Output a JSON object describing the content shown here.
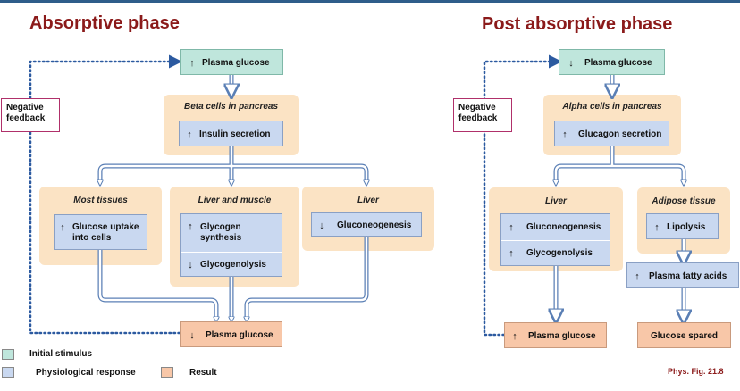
{
  "absorptive": {
    "title": "Absorptive phase",
    "stimulus": {
      "arrow": "↑",
      "label": "Plasma glucose"
    },
    "beta_zone": "Beta cells in pancreas",
    "insulin": {
      "arrow": "↑",
      "label": "Insulin secretion"
    },
    "most_tissues": {
      "zone": "Most tissues",
      "arrow": "↑",
      "label_line1": "Glucose uptake",
      "label_line2": "into cells"
    },
    "liver_muscle": {
      "zone": "Liver and muscle",
      "row1_arrow": "↑",
      "row1_line1": "Glycogen",
      "row1_line2": "synthesis",
      "row2_arrow": "↓",
      "row2_label": "Glycogenolysis"
    },
    "liver": {
      "zone": "Liver",
      "arrow": "↓",
      "label": "Gluconeogenesis"
    },
    "result": {
      "arrow": "↓",
      "label": "Plasma glucose"
    },
    "feedback_line1": "Negative",
    "feedback_line2": "feedback"
  },
  "post_absorptive": {
    "title": "Post absorptive phase",
    "stimulus": {
      "arrow": "↓",
      "label": "Plasma glucose"
    },
    "alpha_zone": "Alpha cells in pancreas",
    "glucagon": {
      "arrow": "↑",
      "label": "Glucagon secretion"
    },
    "liver": {
      "zone": "Liver",
      "row1_arrow": "↑",
      "row1_label": "Gluconeogenesis",
      "row2_arrow": "↑",
      "row2_label": "Glycogenolysis"
    },
    "adipose": {
      "zone": "Adipose tissue",
      "arrow": "↑",
      "label": "Lipolysis"
    },
    "fatty_acids": {
      "arrow": "↑",
      "label": "Plasma fatty acids"
    },
    "result_glucose": {
      "arrow": "↑",
      "label": "Plasma glucose"
    },
    "result_spared": "Glucose spared",
    "feedback_line1": "Negative",
    "feedback_line2": "feedback"
  },
  "legend": {
    "initial_stimulus": "Initial stimulus",
    "physiological_response": "Physiological response",
    "result": "Result"
  },
  "caption": "Phys. Fig. 21.8",
  "colors": {
    "title": "#8b1a1a",
    "stimulus": "#bfe6dc",
    "response": "#c9d8f0",
    "result": "#f8c7a8",
    "zone": "#fbe3c4",
    "arrow": "#5a7fb5",
    "feedback_dots": "#2c5aa0",
    "feedback_border": "#b0306a"
  }
}
